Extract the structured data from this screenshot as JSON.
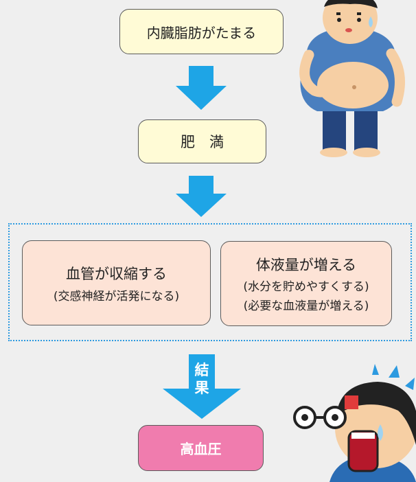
{
  "flow": {
    "step1": "内臓脂肪がたまる",
    "step2": "肥　満",
    "cause_left": {
      "line1": "血管が収縮する",
      "line2": "(交感神経が活発になる)"
    },
    "cause_right": {
      "line1": "体液量が増える",
      "line2": "(水分を貯めやすくする)",
      "line3": "(必要な血液量が増える)"
    },
    "result_label": "結果",
    "result_char1": "結",
    "result_char2": "果",
    "final": "高血圧"
  },
  "colors": {
    "arrow": "#1ea5e6",
    "dotted_border": "#2c9ae0",
    "box_yellow": "#fffbd6",
    "box_peach": "#fde3d6",
    "box_pink": "#f07cae"
  },
  "icons": {
    "illustration_top": "overweight-man-illustration",
    "illustration_bottom": "shocked-man-illustration"
  }
}
